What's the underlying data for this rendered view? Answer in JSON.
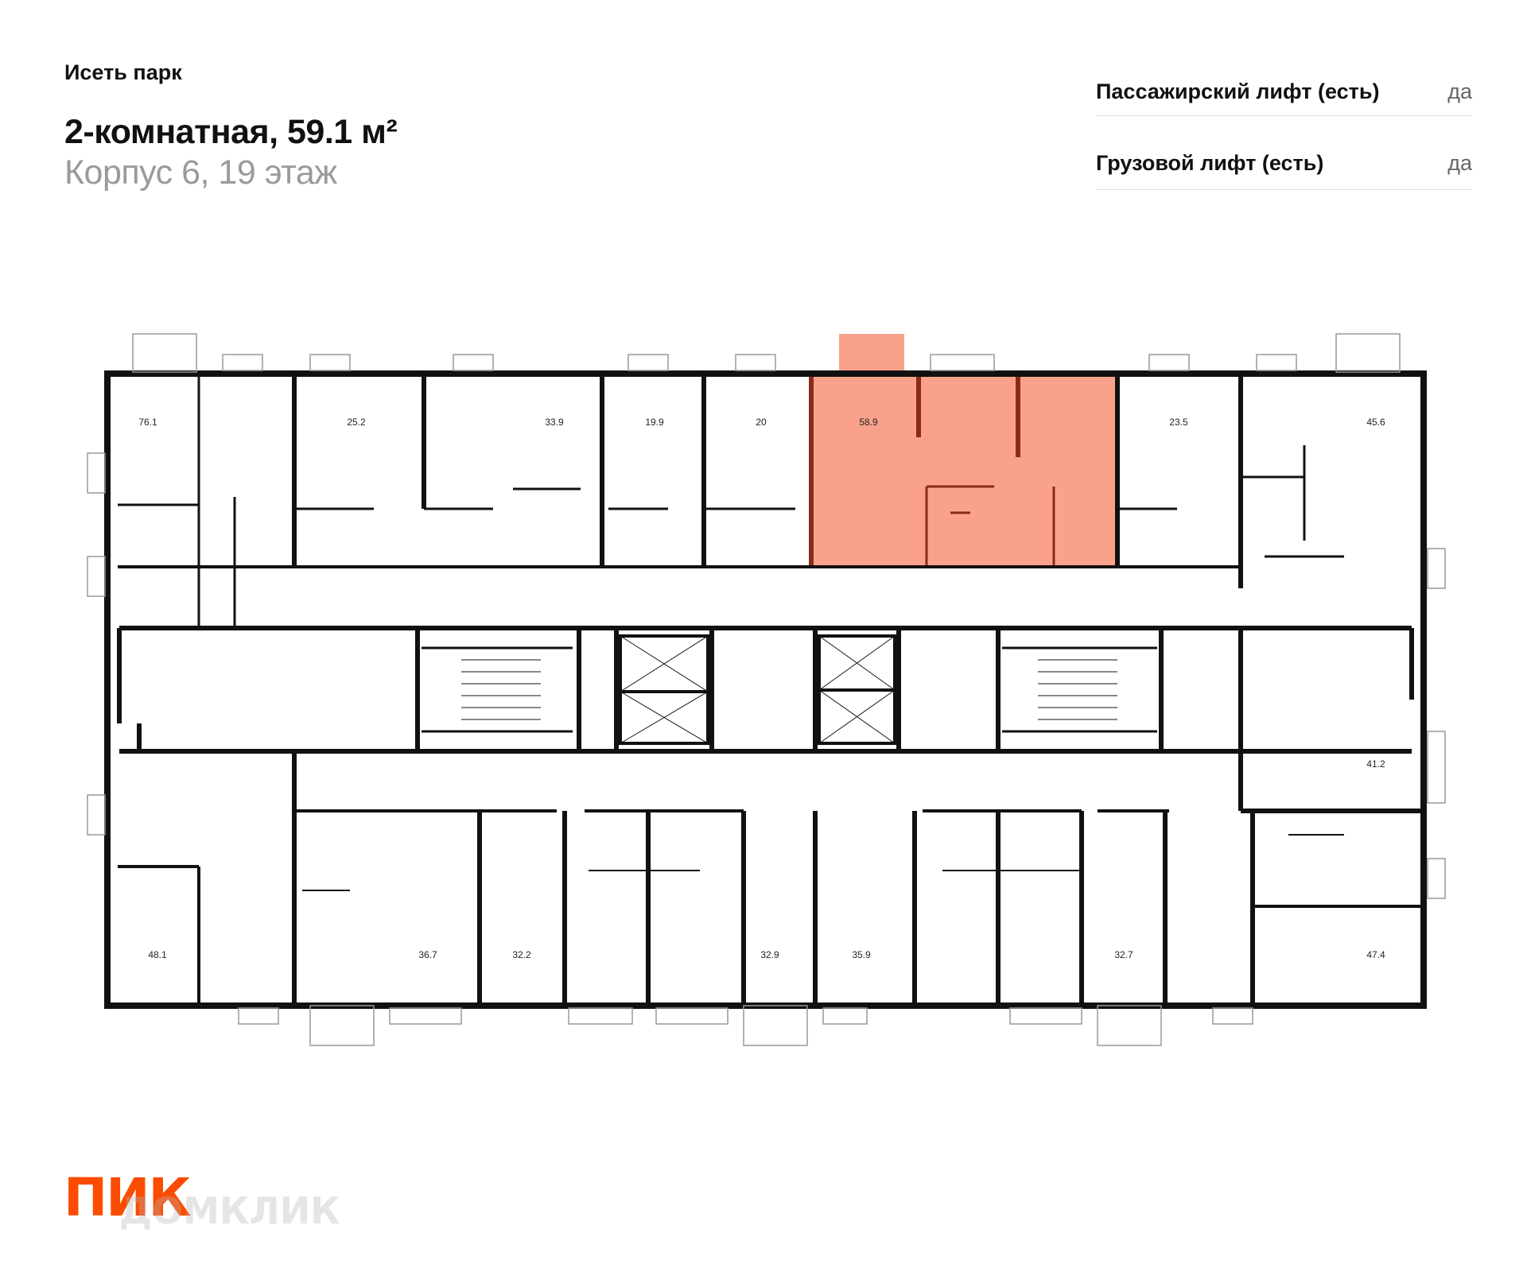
{
  "header": {
    "project": "Исеть парк",
    "apartment_title": "2-комнатная, 59.1 м²",
    "building_floor": "Корпус 6, 19 этаж"
  },
  "features": [
    {
      "label": "Пассажирский лифт (есть)",
      "value": "да"
    },
    {
      "label": "Грузовой лифт (есть)",
      "value": "да"
    }
  ],
  "plan": {
    "highlight_color": "#f9a18a",
    "highlight_wall_color": "#8b2a1b",
    "wall_color": "#111111",
    "selected_unit_area": "58.9",
    "unit_areas": [
      "76.1",
      "25.2",
      "33.9",
      "19.9",
      "20",
      "58.9",
      "23.5",
      "45.6",
      "41.2",
      "48.1",
      "36.7",
      "32.2",
      "32.9",
      "35.9",
      "32.7",
      "47.4"
    ]
  },
  "logo": {
    "brand": "ПИК",
    "watermark": "ДОМКЛИК",
    "color": "#fc4c02"
  }
}
